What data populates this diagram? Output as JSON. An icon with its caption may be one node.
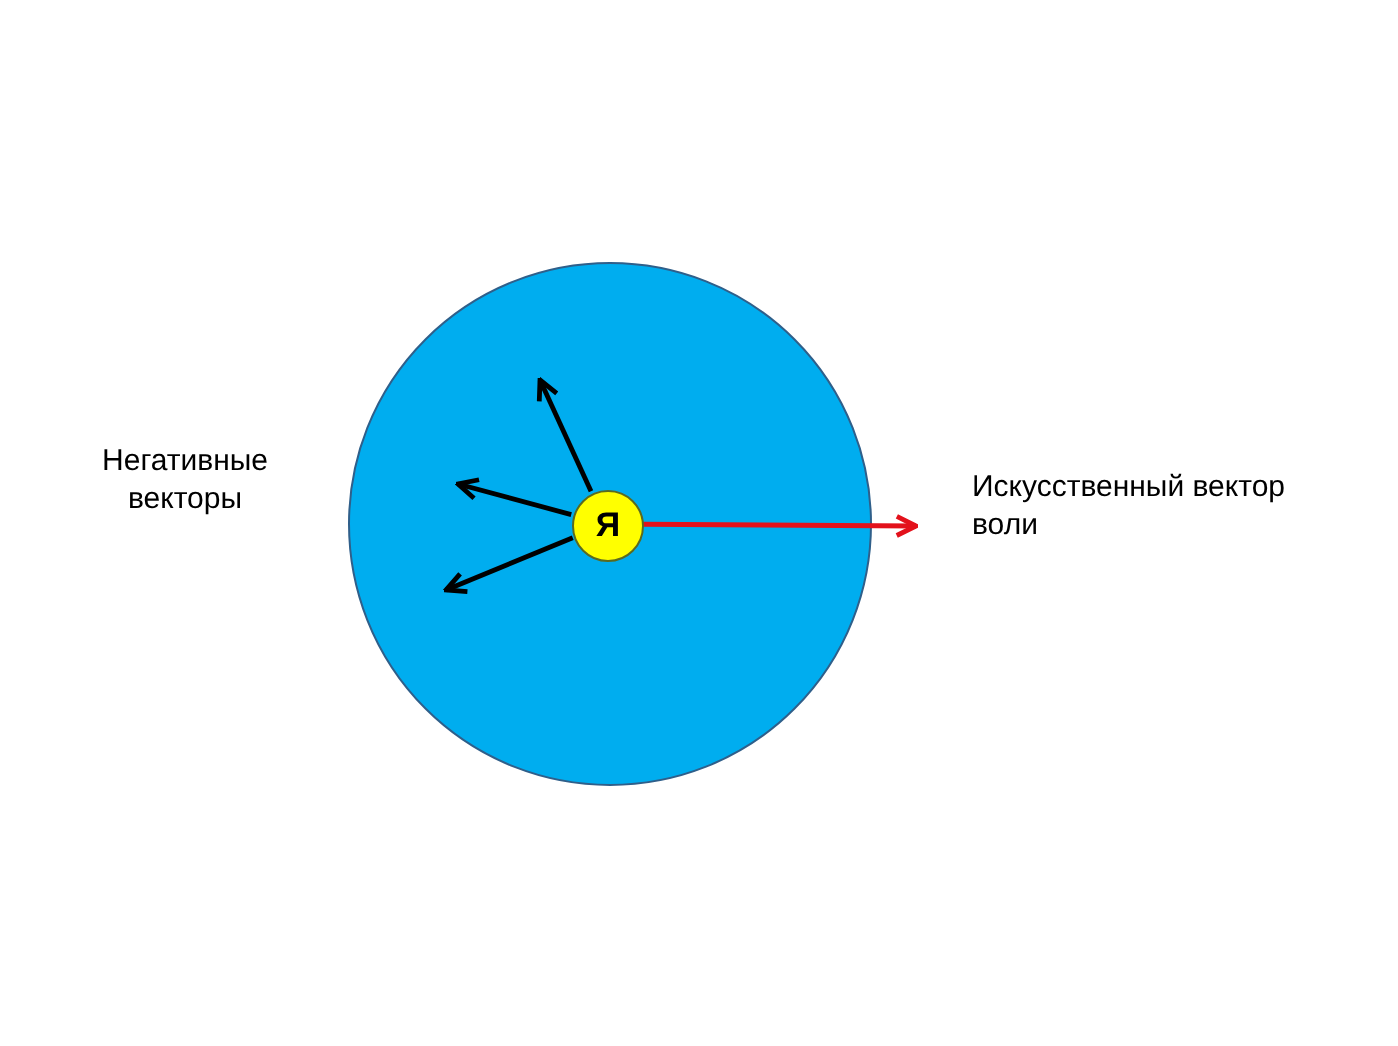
{
  "diagram": {
    "nodes": [
      {
        "text": [],
        "shape": "circle"
      },
      {
        "text": [
          "Я"
        ],
        "in": 0
      }
    ],
    "edges": [
      {
        "from": 1,
        "to": null,
        "arrow": "to"
      },
      {
        "from": 1,
        "to": null,
        "arrow": "to"
      },
      {
        "from": 1,
        "to": null,
        "arrow": "to"
      },
      {
        "from": 1,
        "to": null,
        "arrow": "to",
        "color": "#e3111b"
      }
    ],
    "labels": [
      "Негативные векторы",
      "Искусственный вектор воли"
    ]
  }
}
